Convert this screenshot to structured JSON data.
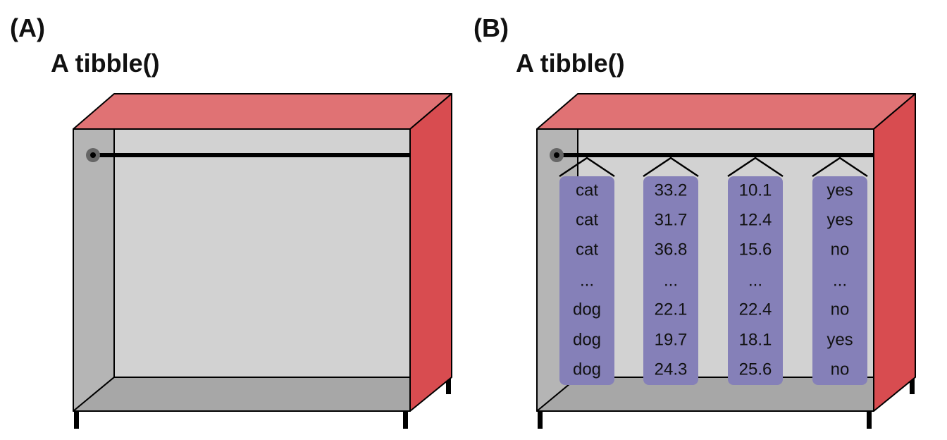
{
  "panels": [
    {
      "label": "(A)",
      "title": "A tibble()"
    },
    {
      "label": "(B)",
      "title": "A tibble()"
    }
  ],
  "colors": {
    "cabinet_top": "#e07274",
    "cabinet_side": "#d84c50",
    "back_wall": "#d2d2d2",
    "left_wall": "#b5b5b5",
    "floor": "#a7a7a7",
    "column_fill": "#8580b8",
    "rail": "#000000",
    "knob": "#666666"
  },
  "columns": [
    [
      "cat",
      "cat",
      "cat",
      "...",
      "dog",
      "dog",
      "dog"
    ],
    [
      "33.2",
      "31.7",
      "36.8",
      "...",
      "22.1",
      "19.7",
      "24.3"
    ],
    [
      "10.1",
      "12.4",
      "15.6",
      "...",
      "22.4",
      "18.1",
      "25.6"
    ],
    [
      "yes",
      "yes",
      "no",
      "...",
      "no",
      "yes",
      "no"
    ]
  ]
}
